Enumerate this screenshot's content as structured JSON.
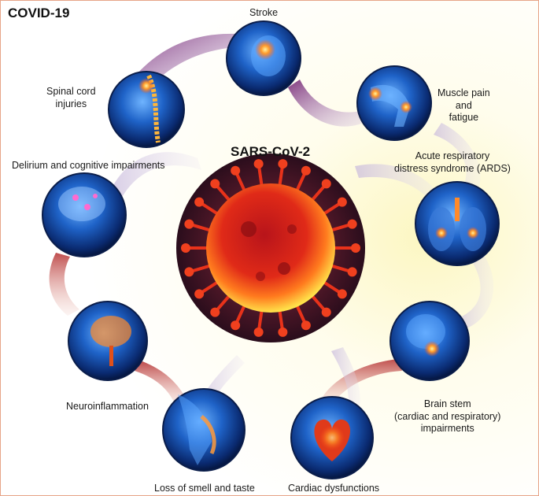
{
  "title": "COVID-19",
  "center_label": "SARS-CoV-2",
  "colors": {
    "virus_core": "#e8321a",
    "virus_glow": "#ffd940",
    "node_blue": "#1b4fb0",
    "node_highlight": "#ff7a2a",
    "ribbon_purple": "#8a3f86",
    "ribbon_red": "#c8432e",
    "frame": "#e7a488"
  },
  "nodes": [
    {
      "id": "stroke",
      "label": "Stroke",
      "icon": "head-brain-stroke-icon"
    },
    {
      "id": "muscle",
      "label": "Muscle pain\nand\nfatigue",
      "icon": "sitting-body-pain-icon"
    },
    {
      "id": "ards",
      "label": "Acute respiratory\ndistress syndrome (ARDS)",
      "icon": "lungs-icon"
    },
    {
      "id": "brainstem",
      "label": "Brain stem\n(cardiac and respiratory)\nimpairments",
      "icon": "brain-stem-icon"
    },
    {
      "id": "cardiac",
      "label": "Cardiac dysfunctions",
      "icon": "heart-icon"
    },
    {
      "id": "smell",
      "label": "Loss of smell and taste",
      "icon": "nasal-cavity-icon"
    },
    {
      "id": "neuro",
      "label": "Neuroinflammation",
      "icon": "brain-inflammation-icon"
    },
    {
      "id": "delirium",
      "label": "Delirium and cognitive impairments",
      "icon": "head-brain-network-icon"
    },
    {
      "id": "spinal",
      "label": "Spinal cord\ninjuries",
      "icon": "spine-icon"
    }
  ]
}
